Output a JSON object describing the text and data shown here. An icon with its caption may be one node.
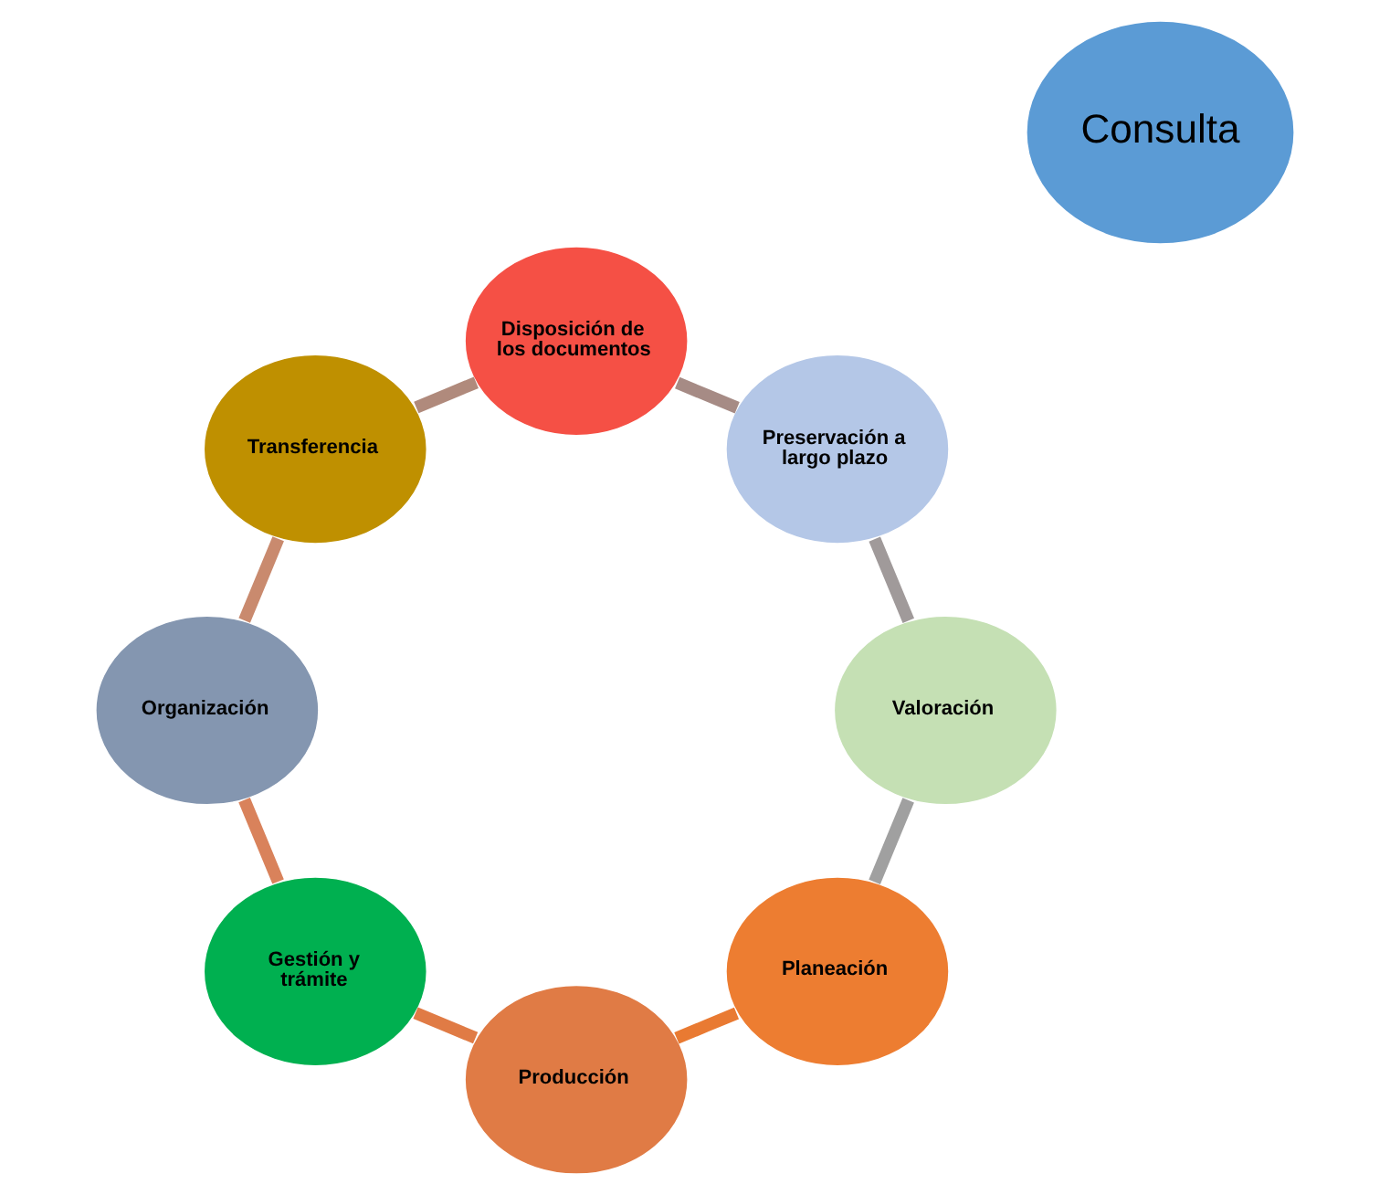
{
  "diagram": {
    "nodes": [
      {
        "text": [
          "Planeación"
        ]
      },
      {
        "text": [
          "Producción"
        ]
      },
      {
        "text": [
          "Gestión y trámite"
        ]
      },
      {
        "text": [
          "Organización"
        ]
      },
      {
        "text": [
          "Transferencia"
        ]
      },
      {
        "text": [
          "Disposición de los documentos"
        ]
      },
      {
        "text": [
          "Preservación a largo plazo"
        ]
      },
      {
        "text": [
          "Valoración"
        ]
      },
      {
        "text": [
          "Consulta"
        ]
      }
    ],
    "edges": [
      {
        "from": 0,
        "to": 1,
        "arrow": "none",
        "color": "#e97a32"
      },
      {
        "from": 1,
        "to": 2,
        "arrow": "none",
        "color": "#e07b45"
      },
      {
        "from": 2,
        "to": 3,
        "arrow": "none",
        "color": "#d9825b"
      },
      {
        "from": 3,
        "to": 4,
        "arrow": "none",
        "color": "#c98a6e"
      },
      {
        "from": 4,
        "to": 5,
        "arrow": "none",
        "color": "#b08a7c"
      },
      {
        "from": 5,
        "to": 6,
        "arrow": "none",
        "color": "#a68b85"
      },
      {
        "from": 6,
        "to": 7,
        "arrow": "none",
        "color": "#a09a9a"
      },
      {
        "from": 7,
        "to": 0,
        "arrow": "none",
        "color": "#a0a0a0"
      }
    ]
  }
}
